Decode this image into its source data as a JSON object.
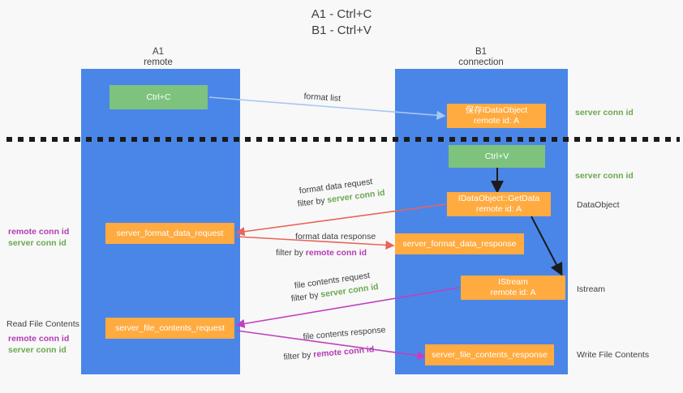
{
  "title": {
    "line1": "A1 - Ctrl+C",
    "line2": "B1 - Ctrl+V"
  },
  "columns": {
    "left": {
      "name": "A1",
      "role": "remote"
    },
    "right": {
      "name": "B1",
      "role": "connection"
    }
  },
  "colors": {
    "lane": "#4a86e8",
    "box_orange": "#ffab40",
    "box_green": "#7dc37d",
    "arrow_lightblue": "#a7c7f0",
    "arrow_red": "#e8645a",
    "arrow_magenta": "#c040c0",
    "arrow_black": "#1b1b1b",
    "text_green": "#6aa84f",
    "text_purple": "#b23cb2",
    "background": "#f8f8f8"
  },
  "boxes": {
    "ctrl_c": "Ctrl+C",
    "ctrl_v": "Ctrl+V",
    "save_idataobject_l1": "保存IDataObject",
    "save_idataobject_l2": "remote id: A",
    "getdata_l1": "IDataObject::GetData",
    "getdata_l2": "remote id: A",
    "istream_l1": "IStream",
    "istream_l2": "remote id: A",
    "server_format_data_request": "server_format_data_request",
    "server_format_data_response": "server_format_data_response",
    "server_file_contents_request": "server_file_contents_request",
    "server_file_contents_response": "server_file_contents_response"
  },
  "edge_labels": {
    "format_list": "format list",
    "format_data_request": "format data request",
    "format_data_request_filter_prefix": "filter by ",
    "format_data_request_filter_key": "server conn id",
    "format_data_response": "format data response",
    "format_data_response_filter_prefix": "filter by ",
    "format_data_response_filter_key": "remote conn id",
    "file_contents_request": "file contents request",
    "file_contents_request_filter_prefix": "filter by ",
    "file_contents_request_filter_key": "server conn id",
    "file_contents_response": "file contents response",
    "file_contents_response_filter_prefix": "filter by ",
    "file_contents_response_filter_key": "remote conn id"
  },
  "annotations": {
    "right": {
      "server_conn_id_top": "server conn id",
      "server_conn_id_mid": "server conn id",
      "dataobject": "DataObject",
      "istream": "Istream",
      "write_file_contents": "Write File Contents"
    },
    "left": {
      "remote_conn_id_mid": "remote conn id",
      "server_conn_id_mid": "server conn id",
      "read_file_contents": "Read File Contents",
      "remote_conn_id_bottom": "remote conn id",
      "server_conn_id_bottom": "server conn id"
    }
  }
}
